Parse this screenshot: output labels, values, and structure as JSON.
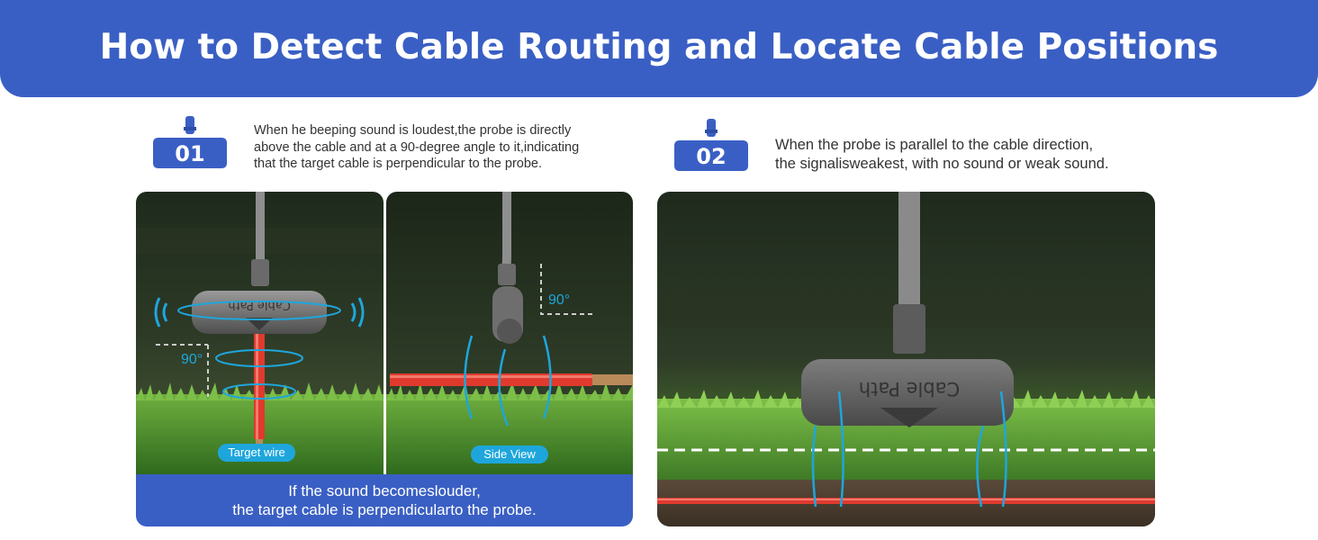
{
  "title": "How to Detect Cable Routing and Locate Cable Positions",
  "steps": [
    {
      "number": "01",
      "lines": [
        "When he beeping sound is loudest,the probe is directly",
        "above the cable and at a 90-degree angle to it,indicating",
        "that the target cable is perpendicular to the probe."
      ]
    },
    {
      "number": "02",
      "lines": [
        "When the probe is parallel to the cable direction,",
        "the signalisweakest, with no sound or weak sound."
      ]
    }
  ],
  "panels": {
    "front": {
      "label": "Target wire",
      "angle": "90°"
    },
    "side": {
      "label": "Side View",
      "angle": "90°"
    },
    "probe_text": "Cable Path"
  },
  "caption": {
    "lines": [
      "If the sound becomeslouder,",
      "the target cable is perpendicularto the probe."
    ]
  },
  "colors": {
    "brand_blue": "#3a5fc4",
    "accent_cyan": "#1ea6dc",
    "cable_red": "#e03a2e"
  }
}
